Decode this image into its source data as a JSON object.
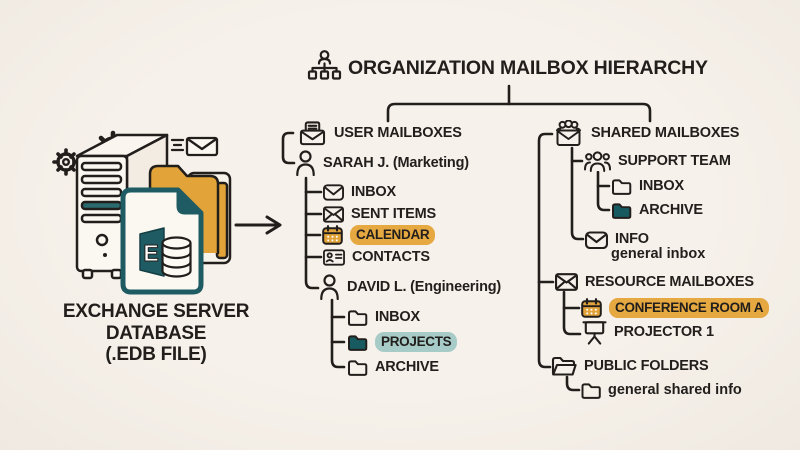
{
  "title": {
    "text": "ORGANIZATION MAILBOX HIERARCHY",
    "icon": "org-chart-icon"
  },
  "source": {
    "caption_line1": "EXCHANGE SERVER",
    "caption_line2": "DATABASE",
    "caption_line3": "(.EDB FILE)",
    "logo_letter": "E",
    "illustration_icons": [
      "gear-icon",
      "server-tower-icon",
      "mail-send-icon",
      "folder-stack-icon",
      "edb-document-icon",
      "exchange-logo-icon",
      "database-cylinder-icon"
    ]
  },
  "left_tree": {
    "root_label": "USER MAILBOXES",
    "root_icon": "mailbox-tray-icon",
    "users": [
      {
        "name": "SARAH J. (Marketing)",
        "icon": "person-icon",
        "items": [
          {
            "label": "INBOX",
            "icon": "mail-icon"
          },
          {
            "label": "SENT ITEMS",
            "icon": "mail-x-icon"
          },
          {
            "label": "CALENDAR",
            "icon": "calendar-icon",
            "highlight": "amber"
          },
          {
            "label": "CONTACTS",
            "icon": "contact-card-icon"
          }
        ]
      },
      {
        "name": "DAVID L. (Engineering)",
        "icon": "person-icon",
        "items": [
          {
            "label": "INBOX",
            "icon": "folder-icon"
          },
          {
            "label": "PROJECTS",
            "icon": "folder-filled-icon",
            "highlight": "teal"
          },
          {
            "label": "ARCHIVE",
            "icon": "folder-icon"
          }
        ]
      }
    ]
  },
  "right_tree": {
    "root_label": "SHARED MAILBOXES",
    "root_icon": "shared-mailbox-icon",
    "support_team": {
      "label": "SUPPORT TEAM",
      "icon": "team-icon",
      "items": [
        {
          "label": "INBOX",
          "icon": "folder-icon"
        },
        {
          "label": "ARCHIVE",
          "icon": "folder-filled-icon"
        }
      ]
    },
    "info": {
      "label": "INFO",
      "sublabel": "general inbox",
      "icon": "mail-icon"
    },
    "resource": {
      "label": "RESOURCE MAILBOXES",
      "icon": "mail-x-icon",
      "items": [
        {
          "label": "CONFERENCE ROOM A",
          "icon": "calendar-icon",
          "highlight": "amber"
        },
        {
          "label": "PROJECTOR 1",
          "icon": "projector-screen-icon"
        }
      ]
    },
    "public": {
      "label": "PUBLIC FOLDERS",
      "icon": "open-folder-icon",
      "items": [
        {
          "label": "general shared info",
          "icon": "folder-icon"
        }
      ]
    }
  },
  "colors": {
    "background": "#f4efe8",
    "ink": "#211e1c",
    "teal": "#175b60",
    "teal_light": "#a7cbc7",
    "amber": "#e2a33b",
    "amber_pill": "#e6a840",
    "paper": "#fbf8f2"
  }
}
